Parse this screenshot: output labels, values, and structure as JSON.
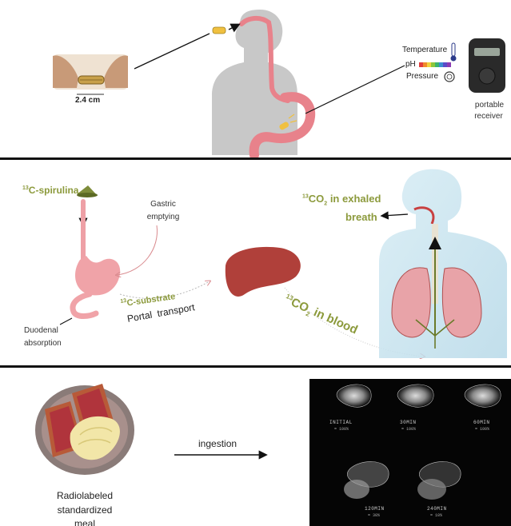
{
  "panel1": {
    "capsule_size": "2.4 cm",
    "sensors": [
      "Temperature",
      "pH",
      "Pressure"
    ],
    "receiver_label_line1": "portable",
    "receiver_label_line2": "receiver"
  },
  "panel2": {
    "spirulina_sup": "13",
    "spirulina": "C-spirulina",
    "gastric_line1": "Gastric",
    "gastric_line2": "emptying",
    "duodenal_line1": "Duodenal",
    "duodenal_line2": "absorption",
    "substrate_sup": "13",
    "substrate": "C-substrate",
    "portal": "Portal  transport",
    "blood_sup": "13",
    "blood_co": "CO",
    "blood_sub": "2",
    "blood_rest": " in blood",
    "exhaled_sup": "13",
    "exhaled_co": "CO",
    "exhaled_sub": "2",
    "exhaled_rest": " in exhaled",
    "exhaled_line2": "breath"
  },
  "panel3": {
    "meal_line1": "Radiolabeled",
    "meal_line2": "standardized",
    "meal_line3": "meal",
    "ingestion": "ingestion",
    "scans": [
      {
        "label": "INITIAL",
        "pct": "= 100%"
      },
      {
        "label": "30MIN",
        "pct": "= 100%"
      },
      {
        "label": "60MIN",
        "pct": "= 100%"
      },
      {
        "label": "120MIN",
        "pct": "= 30%"
      },
      {
        "label": "240MIN",
        "pct": "= 10%"
      }
    ]
  },
  "colors": {
    "gut": "#e8828b",
    "silhouette": "#c8c8c8",
    "accent_green": "#8c9a3c",
    "liver": "#b0403a",
    "divider": "#111111"
  }
}
